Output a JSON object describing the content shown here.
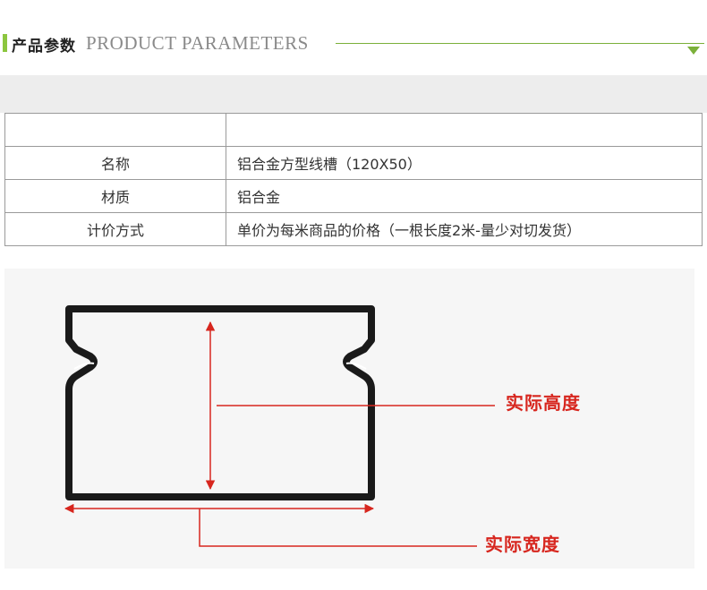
{
  "header": {
    "title_cn": "产品参数",
    "title_en": "PRODUCT PARAMETERS"
  },
  "params": {
    "rows": [
      {
        "key": "",
        "value": ""
      },
      {
        "key": "名称",
        "value": "铝合金方型线槽（120X50）"
      },
      {
        "key": "材质",
        "value": "铝合金"
      },
      {
        "key": "计价方式",
        "value": "单价为每米商品的价格（一根长度2米-量少对切发货）"
      }
    ]
  },
  "diagram": {
    "height_label": "实际高度",
    "width_label": "实际宽度"
  },
  "colors": {
    "accent_green": "#8cc63f",
    "annotation_red": "#d7261e",
    "profile_black": "#1a1a1a"
  }
}
